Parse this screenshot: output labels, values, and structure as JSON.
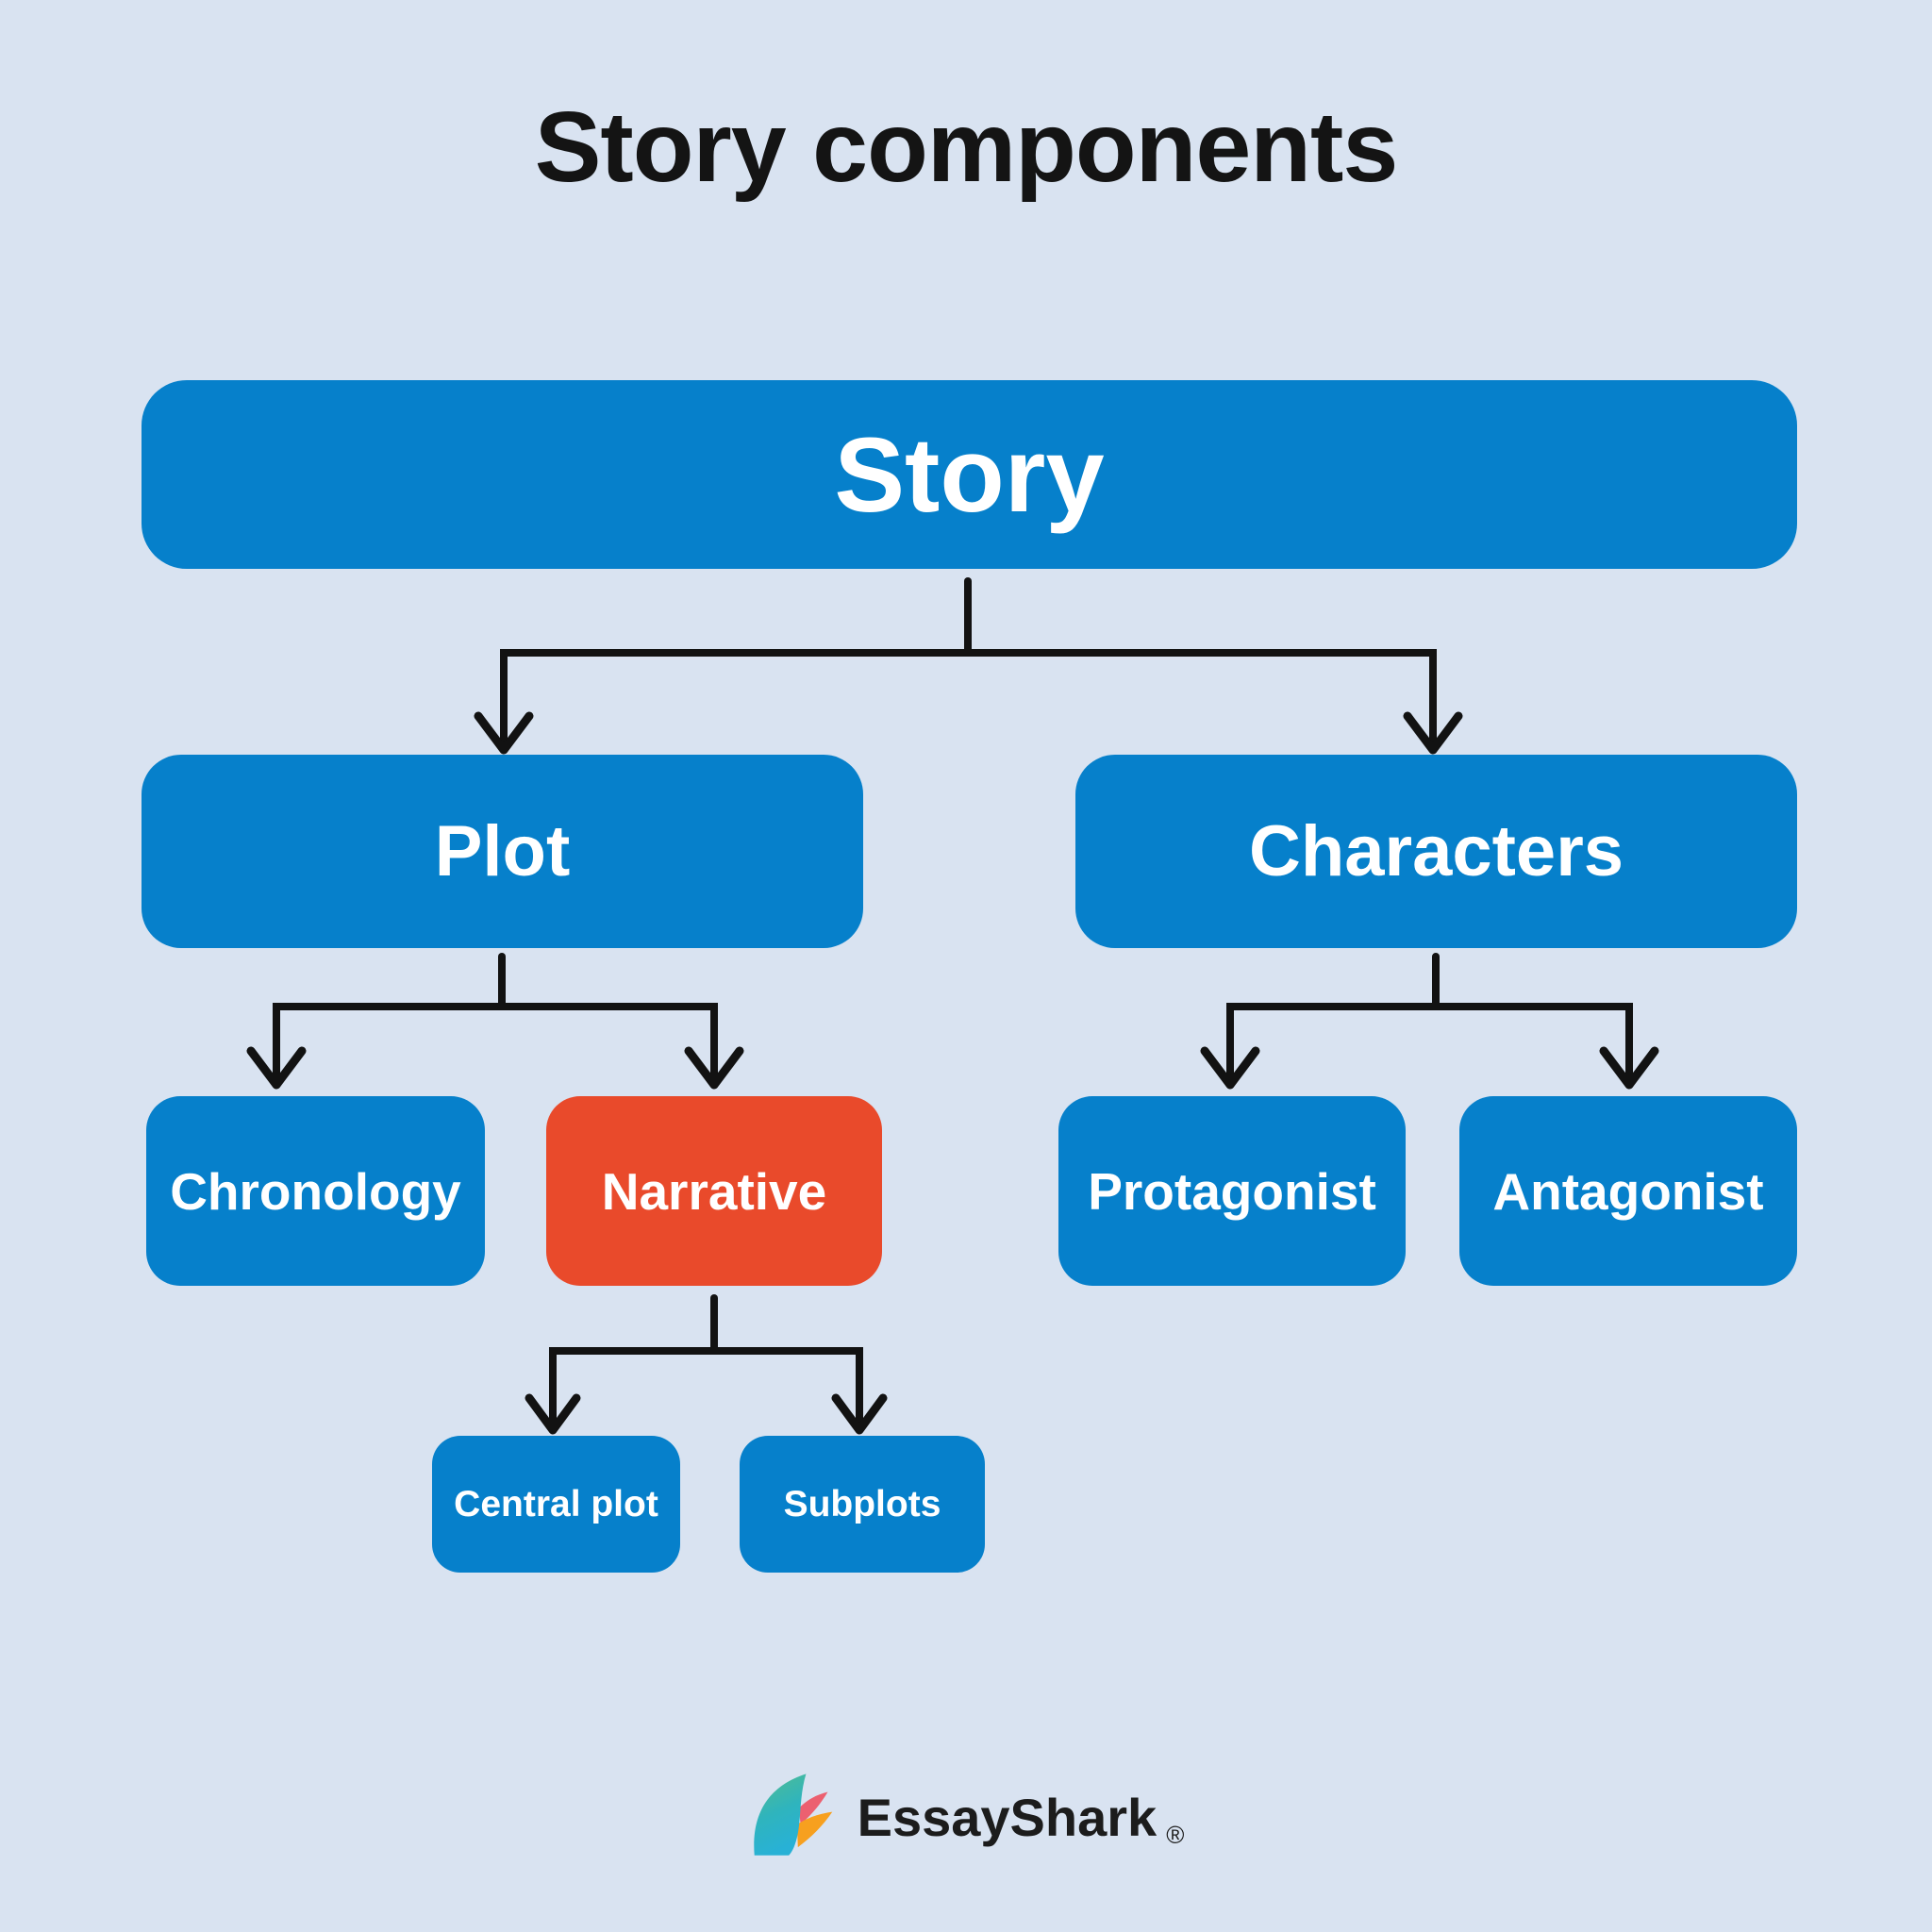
{
  "title": "Story components",
  "diagram": {
    "type": "tree",
    "root": "Story",
    "nodes": [
      {
        "id": "story",
        "label": "Story",
        "level": 1,
        "color": "#0680cb"
      },
      {
        "id": "plot",
        "label": "Plot",
        "level": 2,
        "color": "#0680cb"
      },
      {
        "id": "characters",
        "label": "Characters",
        "level": 2,
        "color": "#0680cb"
      },
      {
        "id": "chronology",
        "label": "Chronology",
        "level": 3,
        "color": "#0680cb"
      },
      {
        "id": "narrative",
        "label": "Narrative",
        "level": 3,
        "color": "#e94a2b"
      },
      {
        "id": "protagonist",
        "label": "Protagonist",
        "level": 3,
        "color": "#0680cb"
      },
      {
        "id": "antagonist",
        "label": "Antagonist",
        "level": 3,
        "color": "#0680cb"
      },
      {
        "id": "central_plot",
        "label": "Central plot",
        "level": 4,
        "color": "#0680cb"
      },
      {
        "id": "subplots",
        "label": "Subplots",
        "level": 4,
        "color": "#0680cb"
      }
    ],
    "edges": [
      {
        "from": "Story",
        "to": "Plot"
      },
      {
        "from": "Story",
        "to": "Characters"
      },
      {
        "from": "Plot",
        "to": "Chronology"
      },
      {
        "from": "Plot",
        "to": "Narrative"
      },
      {
        "from": "Narrative",
        "to": "Central plot"
      },
      {
        "from": "Narrative",
        "to": "Subplots"
      },
      {
        "from": "Characters",
        "to": "Protagonist"
      },
      {
        "from": "Characters",
        "to": "Antagonist"
      }
    ],
    "highlighted_node": "Narrative"
  },
  "nodes": {
    "story": {
      "label": "Story"
    },
    "plot": {
      "label": "Plot"
    },
    "characters": {
      "label": "Characters"
    },
    "chronology": {
      "label": "Chronology"
    },
    "narrative": {
      "label": "Narrative"
    },
    "protagonist": {
      "label": "Protagonist"
    },
    "antagonist": {
      "label": "Antagonist"
    },
    "central_plot": {
      "label": "Central plot"
    },
    "subplots": {
      "label": "Subplots"
    }
  },
  "footer": {
    "brand": "EssayShark",
    "registered": "®"
  },
  "colors": {
    "background": "#d9e3f1",
    "node_blue": "#0680cb",
    "node_accent_red": "#e94a2b",
    "node_text": "#ffffff",
    "connector": "#121212",
    "title_text": "#141414",
    "logo_teal_top": "#53bd8e",
    "logo_teal_bottom": "#28b1d6",
    "logo_pink": "#ec6070",
    "logo_orange": "#f7a01f"
  }
}
